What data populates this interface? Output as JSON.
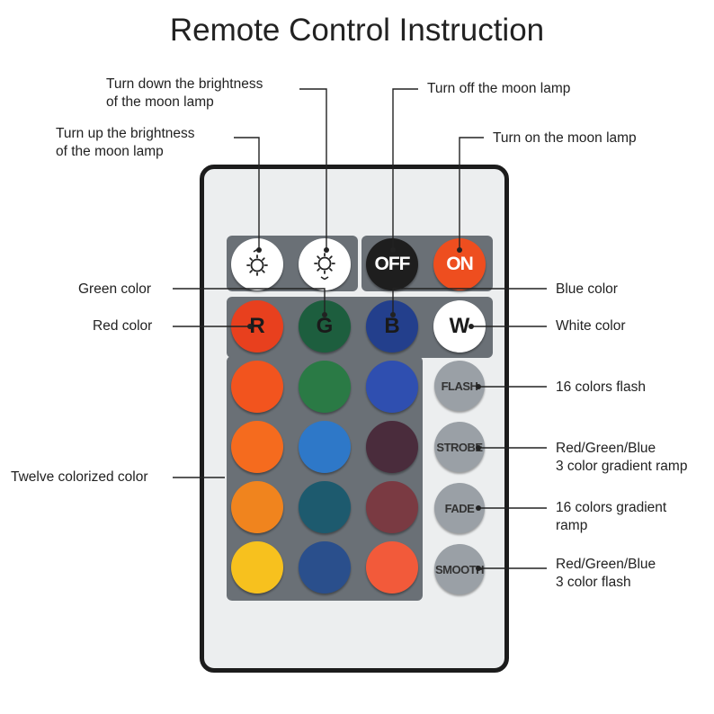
{
  "title": "Remote Control Instruction",
  "labels": {
    "brightness_down_1": "Turn down the brightness",
    "brightness_down_2": "of the moon lamp",
    "brightness_up_1": "Turn up the brightness",
    "brightness_up_2": "of the moon lamp",
    "off": "Turn off the moon lamp",
    "on": "Turn on the moon lamp",
    "green": "Green color",
    "red": "Red color",
    "blue": "Blue color",
    "white": "White color",
    "twelve": "Twelve colorized color",
    "flash16": "16 colors flash",
    "strobe_1": "Red/Green/Blue",
    "strobe_2": "3 color gradient ramp",
    "fade_1": "16 colors gradient",
    "fade_2": "ramp",
    "smooth_1": "Red/Green/Blue",
    "smooth_2": "3 color flash"
  },
  "buttons": {
    "off": "OFF",
    "on": "ON",
    "r": "R",
    "g": "G",
    "b": "B",
    "w": "W",
    "flash": "FLASH",
    "strobe": "STROBE",
    "fade": "FADE",
    "smooth": "SMOOTH"
  },
  "colors": {
    "red": "#e8401e",
    "green": "#1d5e3e",
    "blue": "#233f8c",
    "white": "#ffffff",
    "off": "#1e1e1e",
    "on": "#ee4e1f",
    "grid": [
      "#f2541e",
      "#2a7a45",
      "#2f4fb0",
      "#f56b1e",
      "#2e78c8",
      "#4a2c3c",
      "#f0841e",
      "#1d5a6e",
      "#7a3a42",
      "#f7c11e",
      "#2a4f8c",
      "#f25a3a"
    ]
  },
  "icons": {
    "brightness_up": "sun-up-icon",
    "brightness_down": "sun-down-icon"
  }
}
